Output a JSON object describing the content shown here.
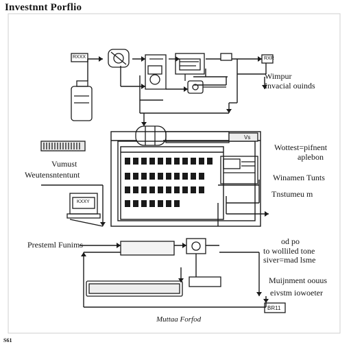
{
  "diagram": {
    "title": "Investnnt Porflio",
    "labels": {
      "top_left_box": "RXXX",
      "top_right_box": "RXR",
      "top_right_a": "Wimpur",
      "top_right_b": "Invacial ouinds",
      "left_mid_a": "Vumust",
      "left_mid_b": "Weutensntentunt",
      "right_mid_a": "Wottest=pifnent",
      "right_mid_b": "aplebon",
      "right_mid_c": "Winamen Tunts",
      "right_mid_d": "Tnstumeu m",
      "screen_label": "KXXY",
      "panel_code": "Vs",
      "left_low": "Presteml Funims",
      "right_low_a": "od po",
      "right_low_b": "to wolliled tone",
      "right_low_c": "siver=mad lsme",
      "right_bottom_a": "Muijnment oouus",
      "right_bottom_b": "eivstm iowoeter",
      "right_bottom_c": "BR11",
      "bottom_caption": "Muttaa Forfod",
      "corner_mark": "S61"
    }
  }
}
